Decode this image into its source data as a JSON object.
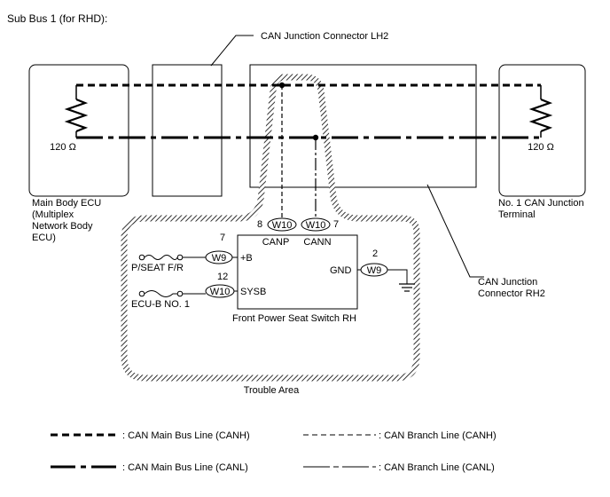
{
  "title": "Sub Bus 1 (for RHD):",
  "labels": {
    "can_junction_lh2": "CAN Junction Connector LH2",
    "main_body_ecu": [
      "Main Body ECU",
      "(Multiplex",
      "Network Body",
      "ECU)"
    ],
    "can_junction_rh2": [
      "CAN Junction",
      "Connector RH2"
    ],
    "no1_can_junction_terminal": [
      "No. 1 CAN Junction",
      "Terminal"
    ],
    "resistor_left": "120 Ω",
    "resistor_right": "120 Ω",
    "trouble_area": "Trouble Area",
    "front_power_seat_switch": "Front Power Seat Switch RH"
  },
  "connectors": {
    "canp": {
      "pin": "8",
      "code": "W10",
      "signal": "CANP"
    },
    "cann": {
      "pin": "7",
      "code": "W10",
      "signal": "CANN"
    },
    "plus_b": {
      "pin": "7",
      "code": "W9",
      "signal": "+B"
    },
    "sysb": {
      "pin": "12",
      "code": "W10",
      "signal": "SYSB"
    },
    "gnd": {
      "pin": "2",
      "code": "W9",
      "signal": "GND"
    }
  },
  "fuses": {
    "pseat": "P/SEAT F/R",
    "ecub": "ECU-B NO. 1"
  },
  "legend": [
    {
      "style": "main-canh",
      "label": ": CAN Main Bus Line (CANH)"
    },
    {
      "style": "branch-canh",
      "label": ": CAN Branch Line (CANH)"
    },
    {
      "style": "main-canl",
      "label": ": CAN Main Bus Line (CANL)"
    },
    {
      "style": "branch-canl",
      "label": ": CAN Branch Line (CANL)"
    }
  ]
}
